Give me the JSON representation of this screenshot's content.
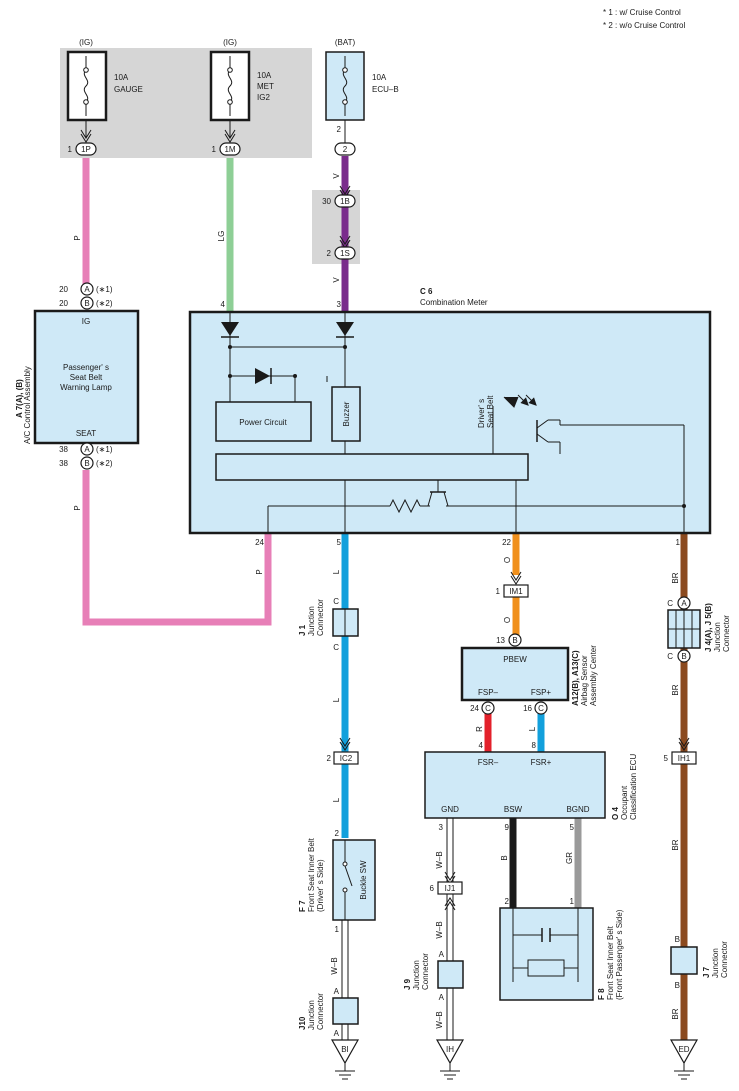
{
  "notes": [
    "* 1 : w/ Cruise Control",
    "* 2 : w/o Cruise Control"
  ],
  "fuses": [
    {
      "source": "(IG)",
      "rating": "10A",
      "name": "GAUGE",
      "name2": "",
      "pin": "1",
      "conn": "1P"
    },
    {
      "source": "(IG)",
      "rating": "10A",
      "name": "MET",
      "name2": "IG2",
      "pin": "1",
      "conn": "1M"
    },
    {
      "source": "(BAT)",
      "rating": "10A",
      "name": "ECU–B",
      "name2": "",
      "pin": "2",
      "conn": "2"
    }
  ],
  "junction_bat": [
    {
      "pin": "30",
      "conn": "1B"
    },
    {
      "pin": "2",
      "conn": "1S"
    }
  ],
  "wires": {
    "p": "P",
    "lg": "LG",
    "v": "V",
    "l": "L",
    "o": "O",
    "br": "BR",
    "r": "R",
    "wb": "W–B",
    "b": "B",
    "gr": "GR"
  },
  "ac_control": {
    "ref": "A 7(A), (B)",
    "name": "A/C Control Assembly",
    "ig_label": "IG",
    "seat_label": "SEAT",
    "lamp_lines": [
      "Passenger' s",
      "Seat Belt",
      "Warning Lamp"
    ],
    "pins_top": [
      {
        "pin": "20",
        "conn": "A",
        "note": "(∗1)"
      },
      {
        "pin": "20",
        "conn": "B",
        "note": "(∗2)"
      }
    ],
    "pins_bottom": [
      {
        "pin": "38",
        "conn": "A",
        "note": "(∗1)"
      },
      {
        "pin": "38",
        "conn": "B",
        "note": "(∗2)"
      }
    ]
  },
  "meter": {
    "ref": "C 6",
    "name": "Combination Meter",
    "pin_in_lg": "4",
    "pin_in_v": "3",
    "power_circuit": "Power Circuit",
    "buzzer": "Buzzer",
    "driver_lamp": [
      "Driver' s",
      "Seat Belt"
    ],
    "pin_24": "24",
    "pin_5": "5",
    "pin_22": "22",
    "pin_1": "1"
  },
  "j1": {
    "ref": "J 1",
    "name": [
      "Junction",
      "Connector"
    ],
    "pin_top": "C",
    "pin_bottom": "C"
  },
  "ic2": {
    "pin": "2",
    "conn": "IC2"
  },
  "f7": {
    "ref": "F 7",
    "name": [
      "Front Seat Inner Belt",
      "(Driver' s Side)"
    ],
    "switch": "Buckle SW",
    "pin_top": "2",
    "pin_bottom": "1"
  },
  "j10": {
    "ref": "J10",
    "name": [
      "Junction",
      "Connector"
    ],
    "pin_top": "A",
    "pin_bottom": "A"
  },
  "im1": {
    "pin": "1",
    "conn": "IM1"
  },
  "airbag": {
    "ref": "A12(B), A13(C)",
    "name": [
      "Airbag Sensor",
      "Assembly Center"
    ],
    "pbew": "PBEW",
    "pin_13": "13",
    "conn_13": "B",
    "fsn": "FSP–",
    "fsp": "FSP+",
    "pin_24": "24",
    "conn_24": "C",
    "pin_16": "16",
    "conn_16": "C"
  },
  "ocu": {
    "ref": "O 4",
    "name": [
      "Occupant",
      "Classification ECU"
    ],
    "fsrn": "FSR–",
    "fsrp": "FSR+",
    "gnd": "GND",
    "bsw": "BSW",
    "bgnd": "BGND",
    "pin_4": "4",
    "pin_8": "8",
    "pin_3": "3",
    "pin_9": "9",
    "pin_5": "5"
  },
  "ij1": {
    "pin": "6",
    "conn": "IJ1"
  },
  "j9": {
    "ref": "J 9",
    "name": [
      "Junction",
      "Connector"
    ],
    "pin_top": "A",
    "pin_bottom": "A"
  },
  "f8": {
    "ref": "F 8",
    "name": [
      "Front Seat Inner Belt",
      "(Front Passenger' s Side)"
    ],
    "pin_2": "2",
    "pin_1": "1"
  },
  "j4": {
    "ref": "J 4(A), J 5(B)",
    "name": [
      "Junction",
      "Connector"
    ],
    "pin_top": "C",
    "conn_top": "A",
    "pin_bottom": "C",
    "conn_bottom": "B"
  },
  "ih1": {
    "pin": "5",
    "conn": "IH1"
  },
  "j7": {
    "ref": "J 7",
    "name": [
      "Junction",
      "Connector"
    ],
    "pin_top": "B",
    "pin_bottom": "B"
  },
  "grounds": {
    "bi": "BI",
    "ih": "IH",
    "ed": "ED"
  },
  "colors": {
    "pink": "#e77fb7",
    "green": "#8ecf96",
    "purple": "#7a2c8c",
    "blue": "#12a0dc",
    "orange": "#f0901c",
    "brown": "#8b4a1f",
    "red": "#e3212b",
    "gray": "#9a9a9a",
    "component_fill": "#cfe9f7",
    "fuse_area": "#d6d6d6"
  }
}
